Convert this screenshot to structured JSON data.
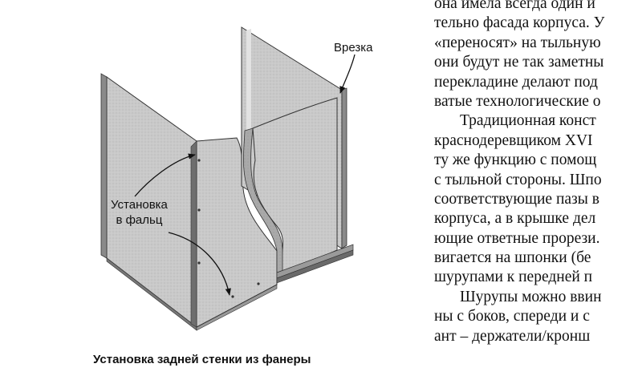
{
  "figure": {
    "label_vrezka": "Врезка",
    "label_ustanovka_line1": "Установка",
    "label_ustanovka_line2": "в фальц",
    "caption": "Установка задней стенки из фанеры"
  },
  "body_text": {
    "lines": [
      "она имела всегда один и",
      "тельно фасада корпуса. У",
      "«переносят» на тыльную",
      "они будут не так заметны",
      "перекладине делают под",
      "ватые технологические о",
      "Традиционная конст",
      "краснодеревщиком XVI",
      "ту же функцию с помощ",
      "с тыльной стороны. Шпо",
      "соответствующие пазы в",
      "корпуса, а в крышке дел",
      "ющие ответные прорези.",
      "вигается на шпонки (бе",
      "шурупами к передней п",
      "Шурупы можно ввин",
      "ны с боков, спереди и с",
      "ант – держатели/кронш"
    ]
  }
}
